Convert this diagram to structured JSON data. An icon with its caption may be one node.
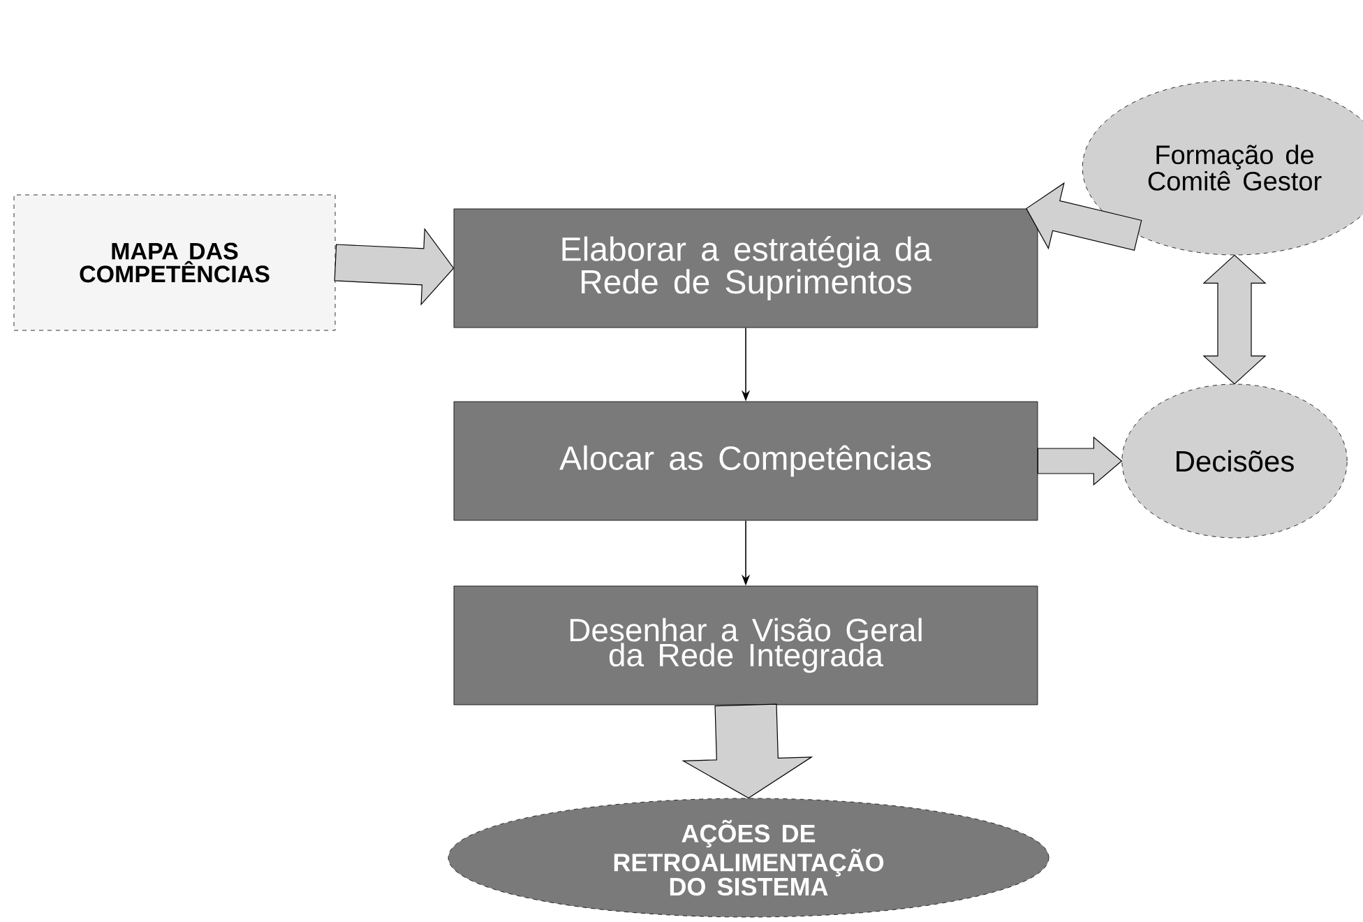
{
  "diagram": {
    "nodes": [
      {
        "text": [
          "MAPA DAS COMPETÊNCIAS"
        ]
      },
      {
        "text": [
          "Elaborar a estratégia da Rede de Suprimentos"
        ]
      },
      {
        "text": [
          "Formação de Comitê Gestor"
        ]
      },
      {
        "text": [
          "Alocar as Competências"
        ]
      },
      {
        "text": [
          "Decisões"
        ]
      },
      {
        "text": [
          "Desenhar a Visão Geral da Rede Integrada"
        ]
      },
      {
        "text": [
          "AÇÕES DE RETROALIMENTAÇÃO DO SISTEMA"
        ]
      }
    ],
    "edges": [
      {
        "from": 0,
        "to": 1,
        "arrow": "to",
        "style": "thick"
      },
      {
        "from": 2,
        "to": 1,
        "arrow": "to",
        "style": "thick"
      },
      {
        "from": 1,
        "to": 3,
        "arrow": "to"
      },
      {
        "from": 2,
        "to": 4,
        "arrow": "both",
        "style": "thick"
      },
      {
        "from": 3,
        "to": 4,
        "arrow": "to",
        "style": "thick"
      },
      {
        "from": 3,
        "to": 5,
        "arrow": "to"
      },
      {
        "from": 5,
        "to": 6,
        "arrow": "to",
        "style": "thick"
      }
    ]
  }
}
